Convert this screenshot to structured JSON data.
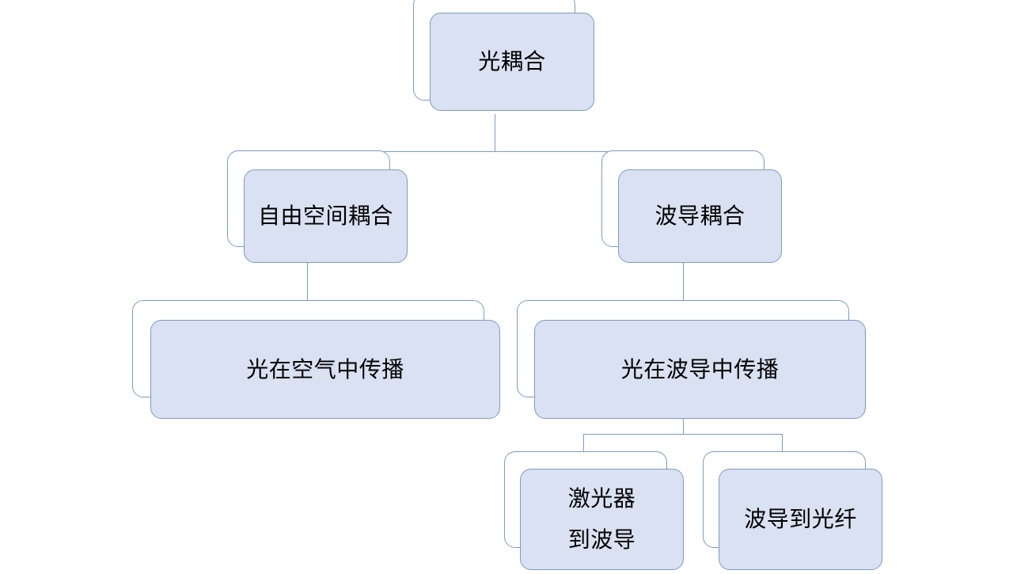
{
  "diagram": {
    "title": "光耦合",
    "type": "tree-hierarchy",
    "background_color": "#ffffff",
    "node_fill_color": "#d9e1f2",
    "node_border_color": "#7f9cc0",
    "shadow_fill_color": "#ffffff",
    "connector_color": "#7f9cc0",
    "text_color": "#000000",
    "nodes": [
      {
        "id": "root",
        "label": "光耦合",
        "level": 0
      },
      {
        "id": "free-space",
        "label": "自由空间耦合",
        "level": 1
      },
      {
        "id": "waveguide",
        "label": "波导耦合",
        "level": 1
      },
      {
        "id": "air-propagation",
        "label": "光在空气中传播",
        "level": 2
      },
      {
        "id": "wg-propagation",
        "label": "光在波导中传播",
        "level": 2
      },
      {
        "id": "laser-to-wg",
        "label": "激光器\n到波导",
        "level": 3
      },
      {
        "id": "wg-to-fiber",
        "label": "波导到光纤",
        "level": 3
      }
    ],
    "edges": [
      {
        "from": "root",
        "to": "free-space"
      },
      {
        "from": "root",
        "to": "waveguide"
      },
      {
        "from": "free-space",
        "to": "air-propagation"
      },
      {
        "from": "waveguide",
        "to": "wg-propagation"
      },
      {
        "from": "wg-propagation",
        "to": "laser-to-wg"
      },
      {
        "from": "wg-propagation",
        "to": "wg-to-fiber"
      }
    ]
  }
}
